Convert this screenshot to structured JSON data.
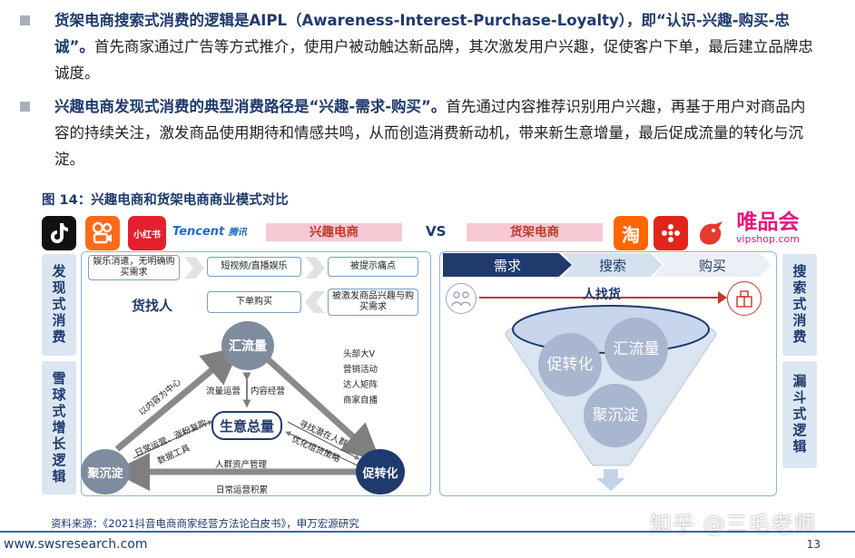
{
  "bullets": [
    {
      "bold": "货架电商搜索式消费的逻辑是AIPL（Awareness-Interest-Purchase-Loyalty），即“认识-兴趣-购买-忠诚”。",
      "text": "首先商家通过广告等方式推介，使用户被动触达新品牌，其次激发用户兴趣，促使客户下单，最后建立品牌忠诚度。"
    },
    {
      "bold": "兴趣电商发现式消费的典型消费路径是“兴趣-需求-购买”。",
      "text": "首先通过内容推荐识别用户兴趣，再基于用户对商品内容的持续关注，激发商品使用期待和情感共鸣，从而创造消费新动机，带来新生意增量，最后促成流量的转化与沉淀。"
    }
  ],
  "figure": {
    "title": "图 14：兴趣电商和货架电商商业模式对比",
    "left_logos": [
      "tiktok-logo",
      "kuaishou-logo",
      "xiaohongshu-logo",
      "tencent-logo"
    ],
    "left_logo_texts": {
      "xhs": "小红书",
      "tencent_en": "Tencent",
      "tencent_cn": "腾讯"
    },
    "right_logos": [
      "taobao-logo",
      "jd-logo",
      "tmall-logo",
      "vipshop-logo"
    ],
    "right_logo_texts": {
      "taobao": "淘",
      "vip_cn": "唯品会",
      "vip_en": "vipshop.com"
    },
    "left_header": "兴趣电商",
    "vs": "VS",
    "right_header": "货架电商",
    "left_side_top": "发现式消费",
    "left_side_bottom": "雪球式增长逻辑",
    "right_side_top": "搜索式消费",
    "right_side_bottom": "漏斗式逻辑",
    "left_flow": {
      "row1": [
        "娱乐消遣，无明确购买需求",
        "短视频/直播娱乐",
        "被提示痛点"
      ],
      "row2": [
        "下单购买",
        "被激发商品兴趣与购买需求"
      ],
      "label": "货找人"
    },
    "triangle": {
      "top": "汇流量",
      "left": "聚沉淀",
      "right": "促转化",
      "center": "生意总量",
      "labels": {
        "left_edge": "以内容为中心",
        "left_inner1": "日常运营、涨粉复购",
        "left_inner2": "数据工具",
        "center_left": "流量运营",
        "center_right": "内容经营",
        "right_list": [
          "头部大V",
          "营销活动",
          "达人矩阵",
          "商家自播"
        ],
        "right_inner1": "寻找潜在人群",
        "right_inner2": "优化组货策略",
        "bottom_inner": "人群资产管理",
        "bottom": "日常运营积累"
      }
    },
    "right_flow": {
      "steps": [
        "需求",
        "搜索",
        "购买"
      ],
      "label": "人找货",
      "funnel": [
        "促转化",
        "汇流量",
        "聚沉淀"
      ]
    }
  },
  "source": "资料来源：《2021抖音电商商家经营方法论白皮书》，申万宏源研究",
  "footer": {
    "url": "www.swsresearch.com",
    "page": "13"
  },
  "watermark": "知乎 @三毛老师",
  "colors": {
    "navy": "#1f3a6d",
    "accent_blue": "#1f6cc0",
    "header_pink": "#f6c9d5",
    "side_blue": "#dce6f2",
    "red": "#c0392b"
  }
}
